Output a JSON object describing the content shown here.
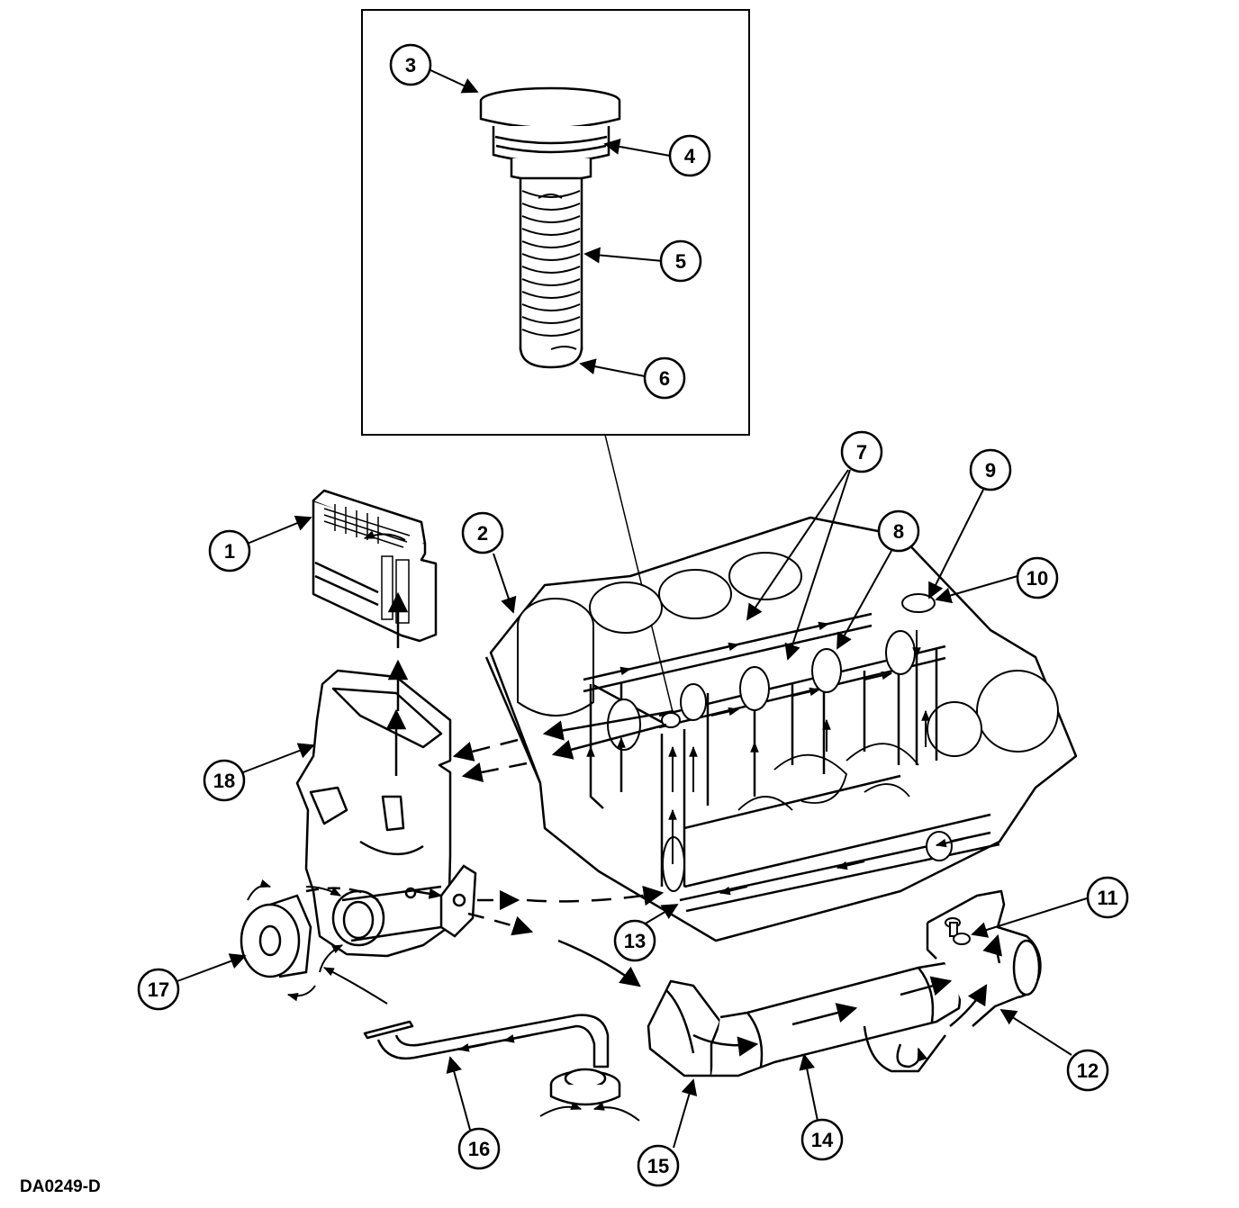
{
  "callouts": [
    {
      "id": "1",
      "label": "1"
    },
    {
      "id": "2",
      "label": "2"
    },
    {
      "id": "3",
      "label": "3"
    },
    {
      "id": "4",
      "label": "4"
    },
    {
      "id": "5",
      "label": "5"
    },
    {
      "id": "6",
      "label": "6"
    },
    {
      "id": "7",
      "label": "7"
    },
    {
      "id": "8",
      "label": "8"
    },
    {
      "id": "9",
      "label": "9"
    },
    {
      "id": "10",
      "label": "10"
    },
    {
      "id": "11",
      "label": "11"
    },
    {
      "id": "12",
      "label": "12"
    },
    {
      "id": "13",
      "label": "13"
    },
    {
      "id": "14",
      "label": "14"
    },
    {
      "id": "15",
      "label": "15"
    },
    {
      "id": "16",
      "label": "16"
    },
    {
      "id": "17",
      "label": "17"
    },
    {
      "id": "18",
      "label": "18"
    }
  ],
  "figure_code": "DA0249-D"
}
